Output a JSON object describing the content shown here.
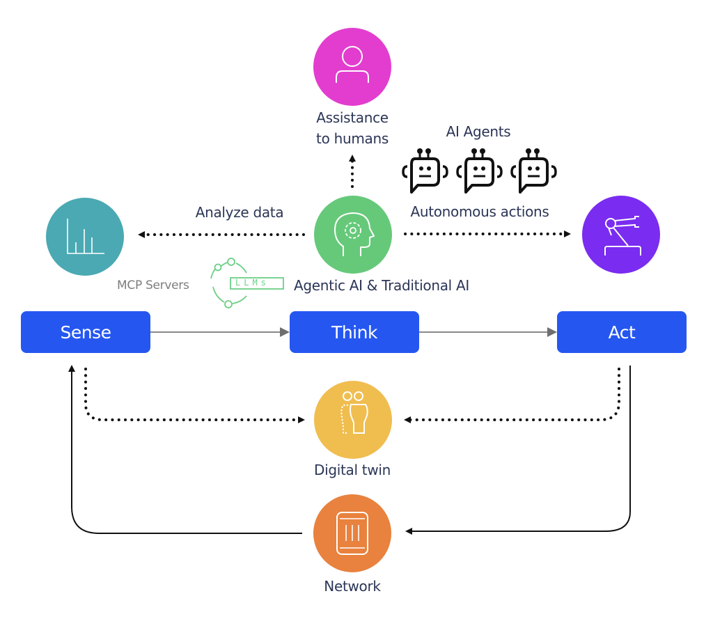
{
  "diagram": {
    "stages": [
      {
        "id": "sense",
        "label": "Sense"
      },
      {
        "id": "think",
        "label": "Think"
      },
      {
        "id": "act",
        "label": "Act"
      }
    ],
    "nodes": {
      "assistance": {
        "label_line1": "Assistance",
        "label_line2": "to humans",
        "icon": "person-icon",
        "color": "#e33dcf"
      },
      "analyze": {
        "icon": "bar-chart-icon",
        "color": "#4aa9b3"
      },
      "agentic": {
        "label": "Agentic AI  & Traditional AI",
        "icon": "head-gear-icon",
        "color": "#66c97a"
      },
      "robot_arm": {
        "icon": "robot-arm-icon",
        "color": "#7a2cf0"
      },
      "digital_twin": {
        "label": "Digital twin",
        "icon": "digital-twin-icon",
        "color": "#f0bd4f"
      },
      "network": {
        "label": "Network",
        "icon": "network-device-icon",
        "color": "#e8823e"
      }
    },
    "annotations": {
      "analyze_data": "Analyze data",
      "ai_agents": "AI Agents",
      "autonomous_actions": "Autonomous actions",
      "mcp_servers": "MCP Servers",
      "llms": "LLMs"
    },
    "colors": {
      "stage_box": "#2557f0",
      "text": "#2b3556",
      "mcp_green": "#6ccf86",
      "flow_line": "#777777"
    }
  }
}
